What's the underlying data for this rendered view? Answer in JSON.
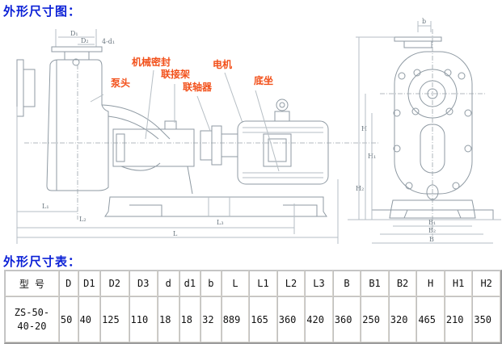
{
  "title": "外形尺寸图：",
  "table_title": "外形尺寸表：",
  "diagram": {
    "part_labels": {
      "pump_head": "泵头",
      "mechanical_seal": "机械密封",
      "connecting_frame": "联接架",
      "coupling": "联轴器",
      "motor": "电机",
      "base": "底坐"
    },
    "dimension_labels": {
      "D1": "D₁",
      "D2": "D₂",
      "bolt_holes": "4-d₁",
      "b": "b",
      "H": "H",
      "H1": "H₁",
      "H2": "H₂",
      "L1": "L₁",
      "L2": "L₂",
      "L3": "L₃",
      "L": "L",
      "B1": "B₁",
      "B2": "B₂",
      "B": "B"
    },
    "colors": {
      "label": "#f2501a",
      "heading": "#0a1fd6",
      "line": "#8f9aa3"
    }
  },
  "table": {
    "headers": [
      "型 号",
      "D",
      "D1",
      "D2",
      "D3",
      "d",
      "d1",
      "b",
      "L",
      "L1",
      "L2",
      "L3",
      "B",
      "B1",
      "B2",
      "H",
      "H1",
      "H2"
    ],
    "rows": [
      {
        "model_line1": "ZS-50-",
        "model_line2": "40-20",
        "values": [
          "50",
          "40",
          "125",
          "110",
          "18",
          "18",
          "32",
          "889",
          "165",
          "360",
          "420",
          "360",
          "250",
          "320",
          "465",
          "210",
          "350"
        ]
      }
    ]
  }
}
